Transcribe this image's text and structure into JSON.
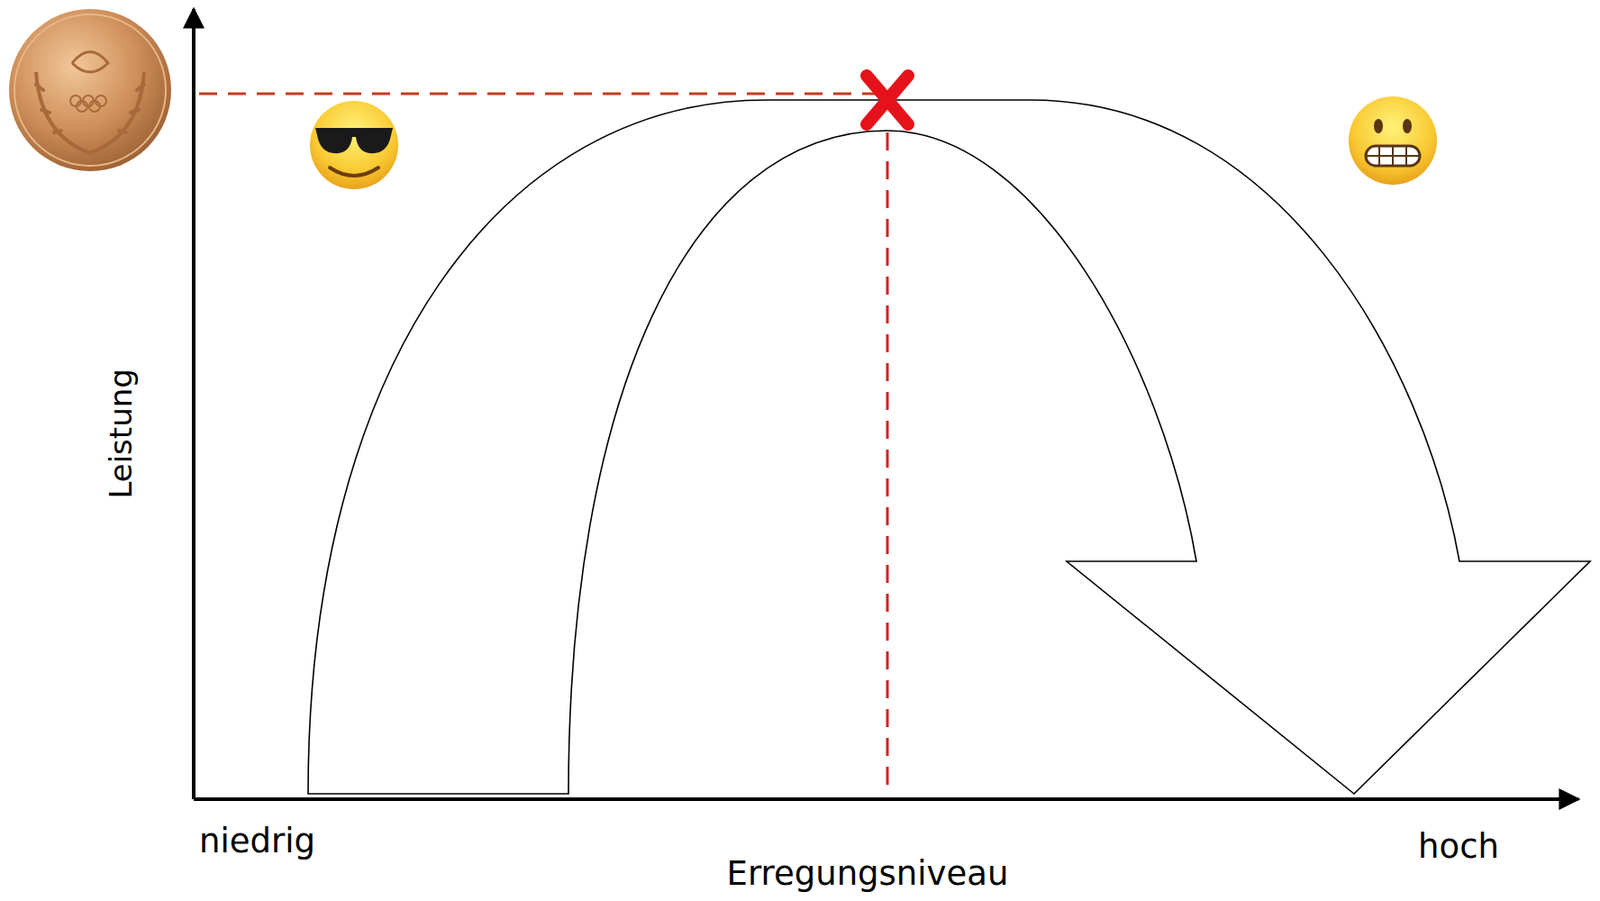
{
  "diagram": {
    "labels": [
      "Leistung",
      "niedrig",
      "hoch",
      "Erregungsniveau"
    ]
  }
}
